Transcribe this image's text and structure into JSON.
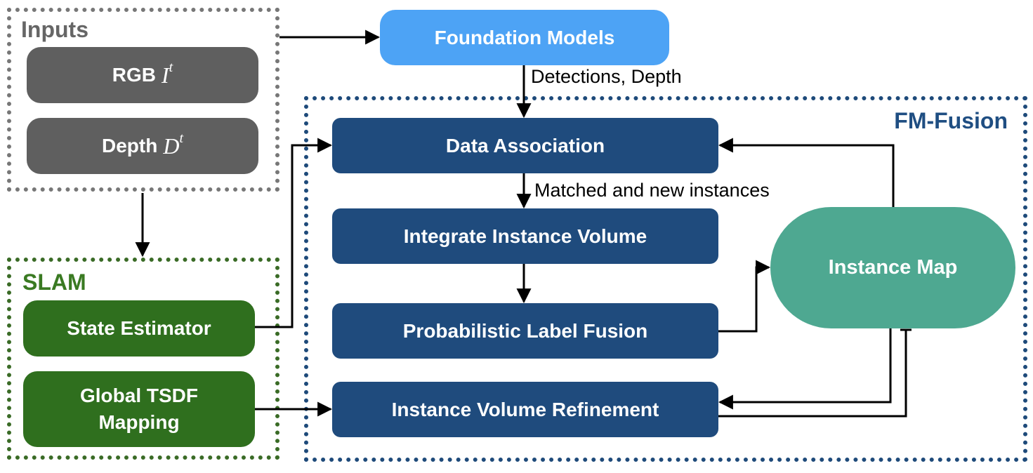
{
  "frames": {
    "inputs": "Inputs",
    "slam": "SLAM",
    "fm_fusion": "FM-Fusion"
  },
  "inputs": {
    "rgb": {
      "label": "RGB",
      "symbol": "I",
      "sup": "t"
    },
    "depth": {
      "label": "Depth",
      "symbol": "D",
      "sup": "t"
    }
  },
  "slam": {
    "state_estimator": "State Estimator",
    "tsdf_line1": "Global TSDF",
    "tsdf_line2": "Mapping"
  },
  "nodes": {
    "foundation_models": "Foundation Models",
    "data_association": "Data Association",
    "integrate_volume": "Integrate Instance Volume",
    "label_fusion": "Probabilistic Label Fusion",
    "volume_refinement": "Instance Volume Refinement",
    "instance_map": "Instance Map"
  },
  "edge_labels": {
    "detections_depth": "Detections, Depth",
    "matched_new": "Matched and new instances"
  },
  "colors": {
    "inputs_gray": "#5f5f5f",
    "slam_green": "#2f6f1e",
    "fm_blue": "#1f4b7d",
    "foundation_sky": "#4da3f5",
    "map_teal": "#4ea891"
  }
}
